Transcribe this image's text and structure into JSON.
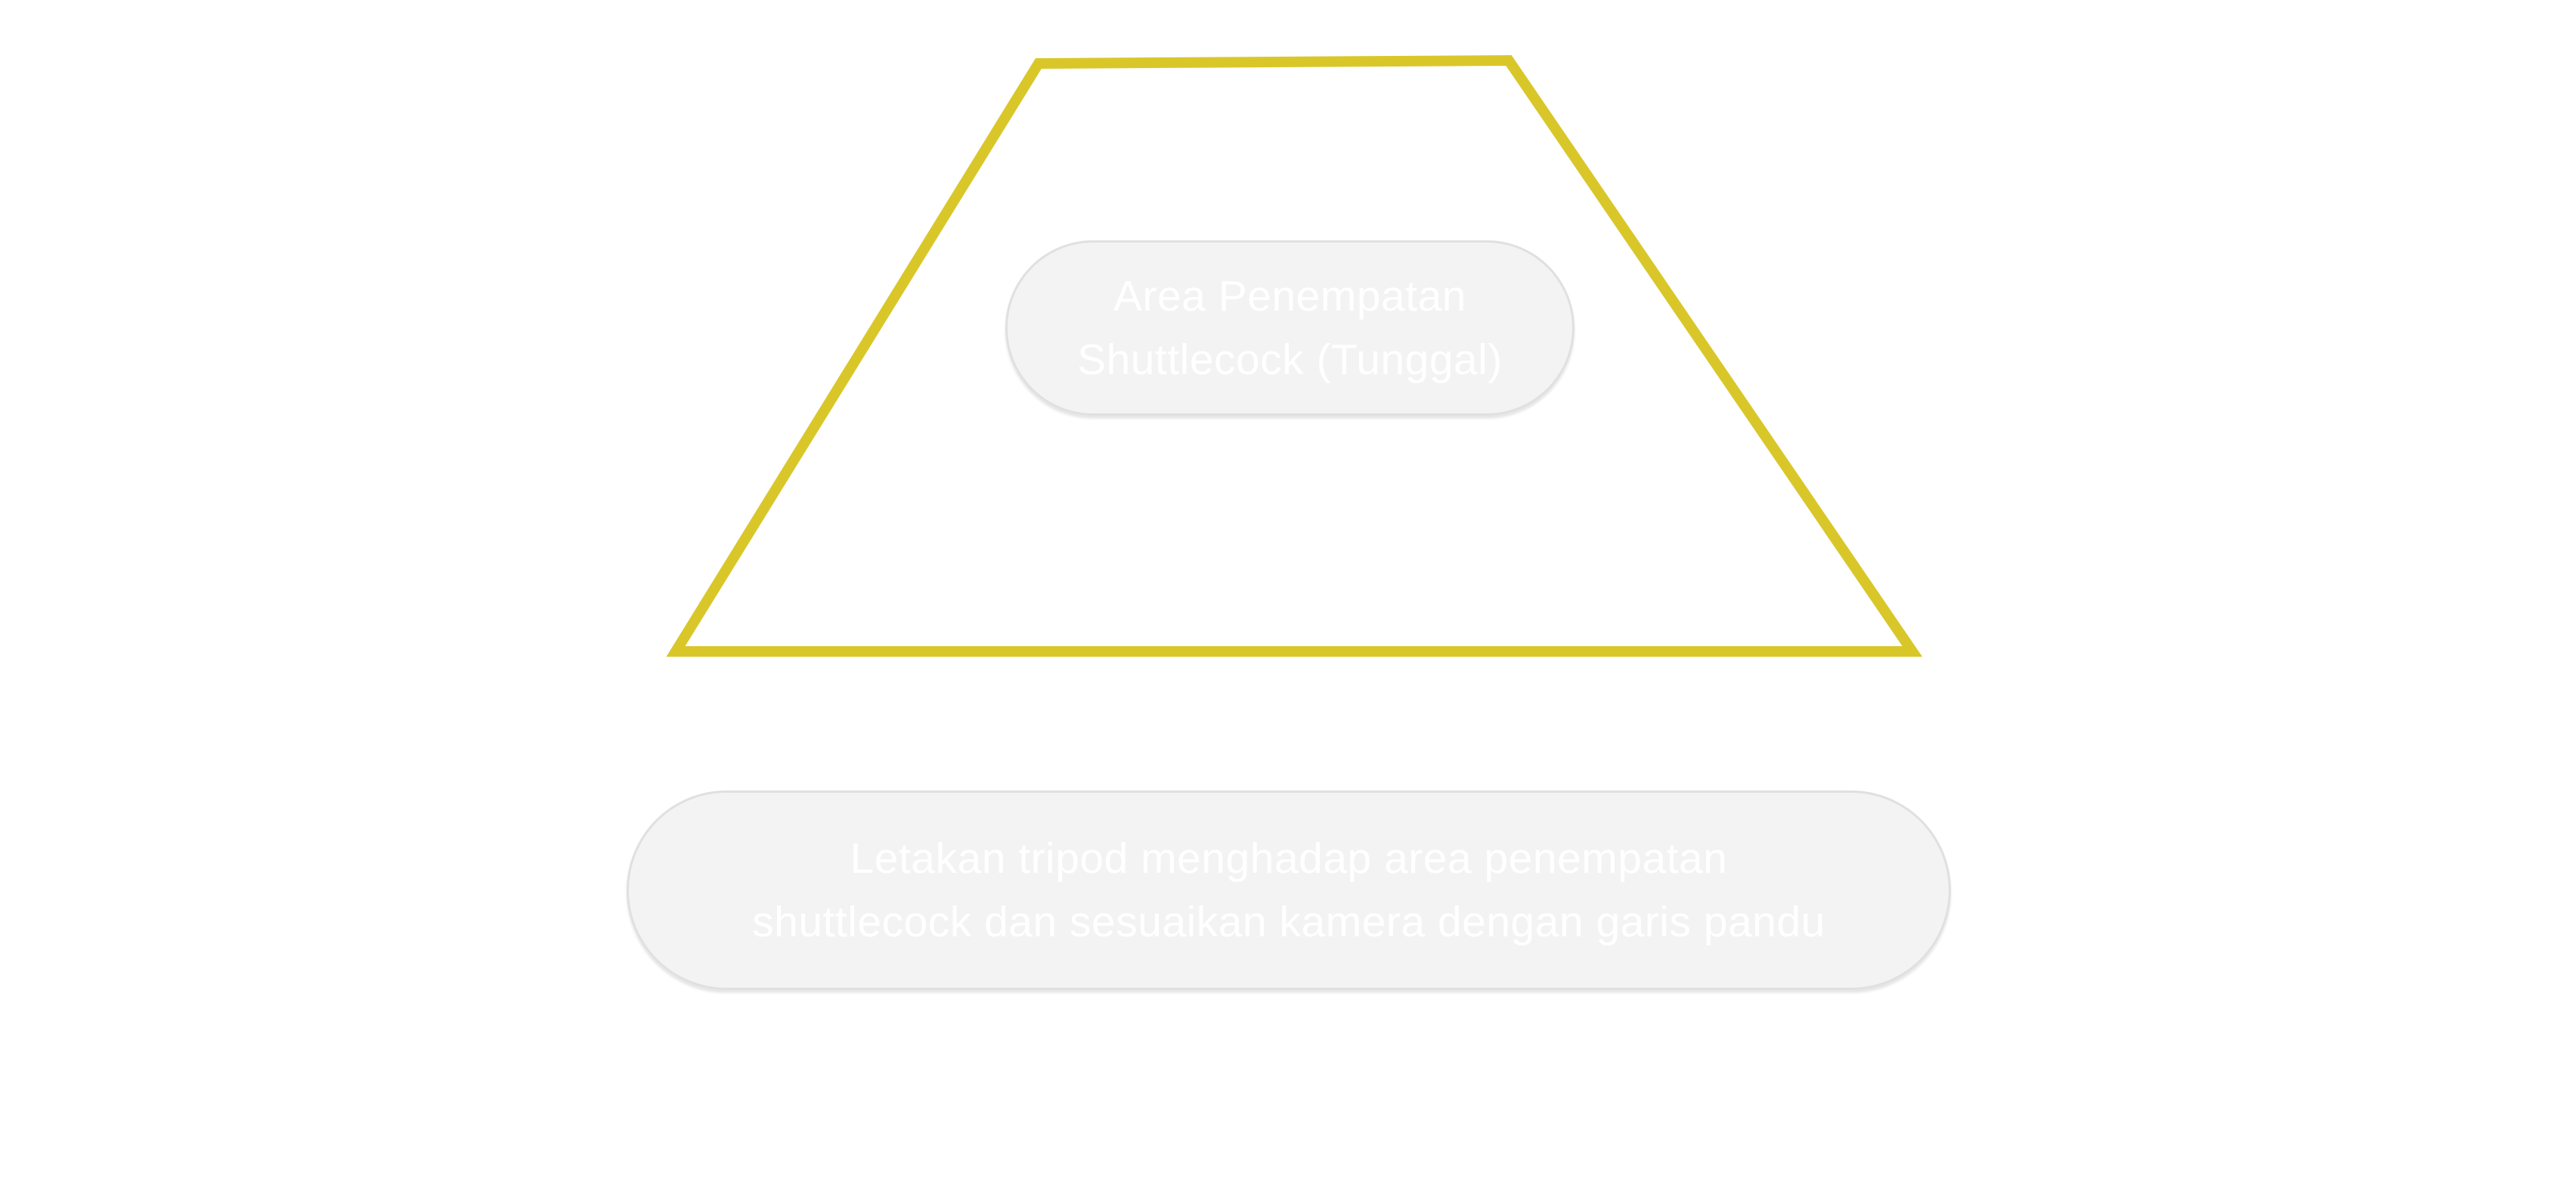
{
  "colors": {
    "background": "#ffffff",
    "guide_line": "#d9c72a",
    "label_background": "#f0f0f0",
    "label_text": "#ffffff"
  },
  "guide": {
    "shape": "trapezoid"
  },
  "area_label": {
    "text": "Area Penempatan\nShuttlecock (Tunggal)"
  },
  "instruction": {
    "text": "Letakan tripod menghadap area penempatan\nshuttlecock dan sesuaikan kamera dengan garis pandu"
  }
}
